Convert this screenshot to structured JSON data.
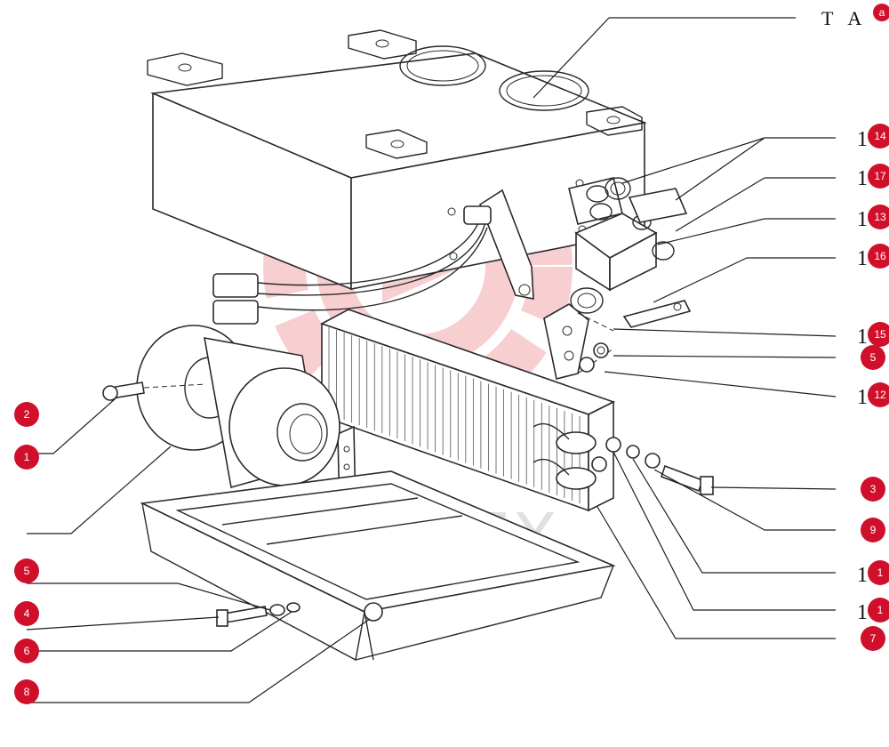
{
  "title": "T A",
  "title_badge": "a",
  "accent_color": "#d0102a",
  "watermark": {
    "text": "ИНТЕХ",
    "color": "#f2a9ad",
    "icon": "gear-logo"
  },
  "callouts_left": [
    {
      "id": "2",
      "label": "2"
    },
    {
      "id": "1",
      "label": "1"
    },
    {
      "id": "5",
      "label": "5"
    },
    {
      "id": "4",
      "label": "4"
    },
    {
      "id": "6",
      "label": "6"
    },
    {
      "id": "8",
      "label": "8"
    }
  ],
  "callouts_right": [
    {
      "prefix": "1",
      "badge": "14"
    },
    {
      "prefix": "1",
      "badge": "17"
    },
    {
      "prefix": "1",
      "badge": "13"
    },
    {
      "prefix": "1",
      "badge": "16"
    },
    {
      "prefix": "1",
      "badge": "15"
    },
    {
      "prefix": "",
      "badge": "5"
    },
    {
      "prefix": "1",
      "badge": "12"
    },
    {
      "prefix": "",
      "badge": "3"
    },
    {
      "prefix": "",
      "badge": "9"
    },
    {
      "prefix": "1",
      "badge": "1"
    },
    {
      "prefix": "1",
      "badge": "1"
    },
    {
      "prefix": "",
      "badge": "7"
    }
  ]
}
